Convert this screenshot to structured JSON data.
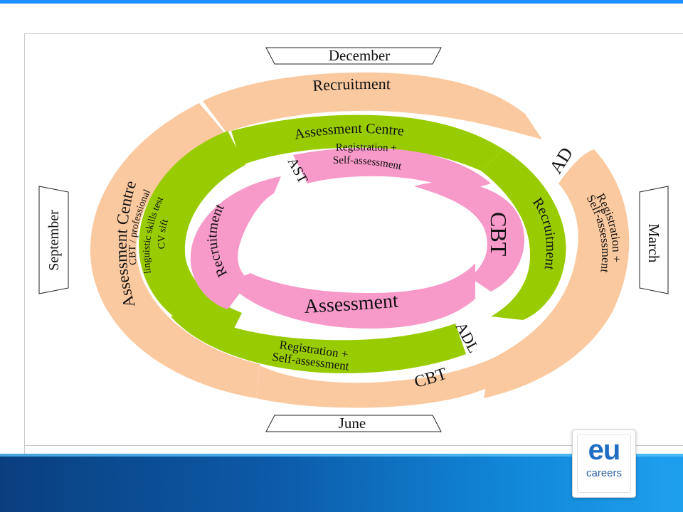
{
  "months": {
    "top": "December",
    "bottom": "June",
    "left": "September",
    "right": "March"
  },
  "outer_ring": {
    "color": "#fbc9a0",
    "top": "Recruitment",
    "left": "Assessment Centre",
    "right": "Registration + Self-assessment",
    "right_line1": "Registration +",
    "right_line2": "Self-assessment",
    "bottom": "CBT",
    "corner_label": "AD"
  },
  "middle_ring": {
    "color": "#99cc00",
    "top": "Assessment Centre",
    "right": "Recruitment",
    "left_line1": "CBT / professional",
    "left_line2": "linguistic skills test -",
    "left_line3": "CV sift",
    "bottom_line1": "Registration +",
    "bottom_line2": "Self-assessment",
    "corner_label": "ADL"
  },
  "inner_ring": {
    "color": "#f79ac9",
    "top_line1": "Registration +",
    "top_line2": "Self-assessment",
    "right": "CBT",
    "left": "Recruitment",
    "bottom": "Assessment",
    "corner_label": "AST"
  },
  "logo": {
    "text_main": "eu",
    "text_sub": "careers"
  }
}
